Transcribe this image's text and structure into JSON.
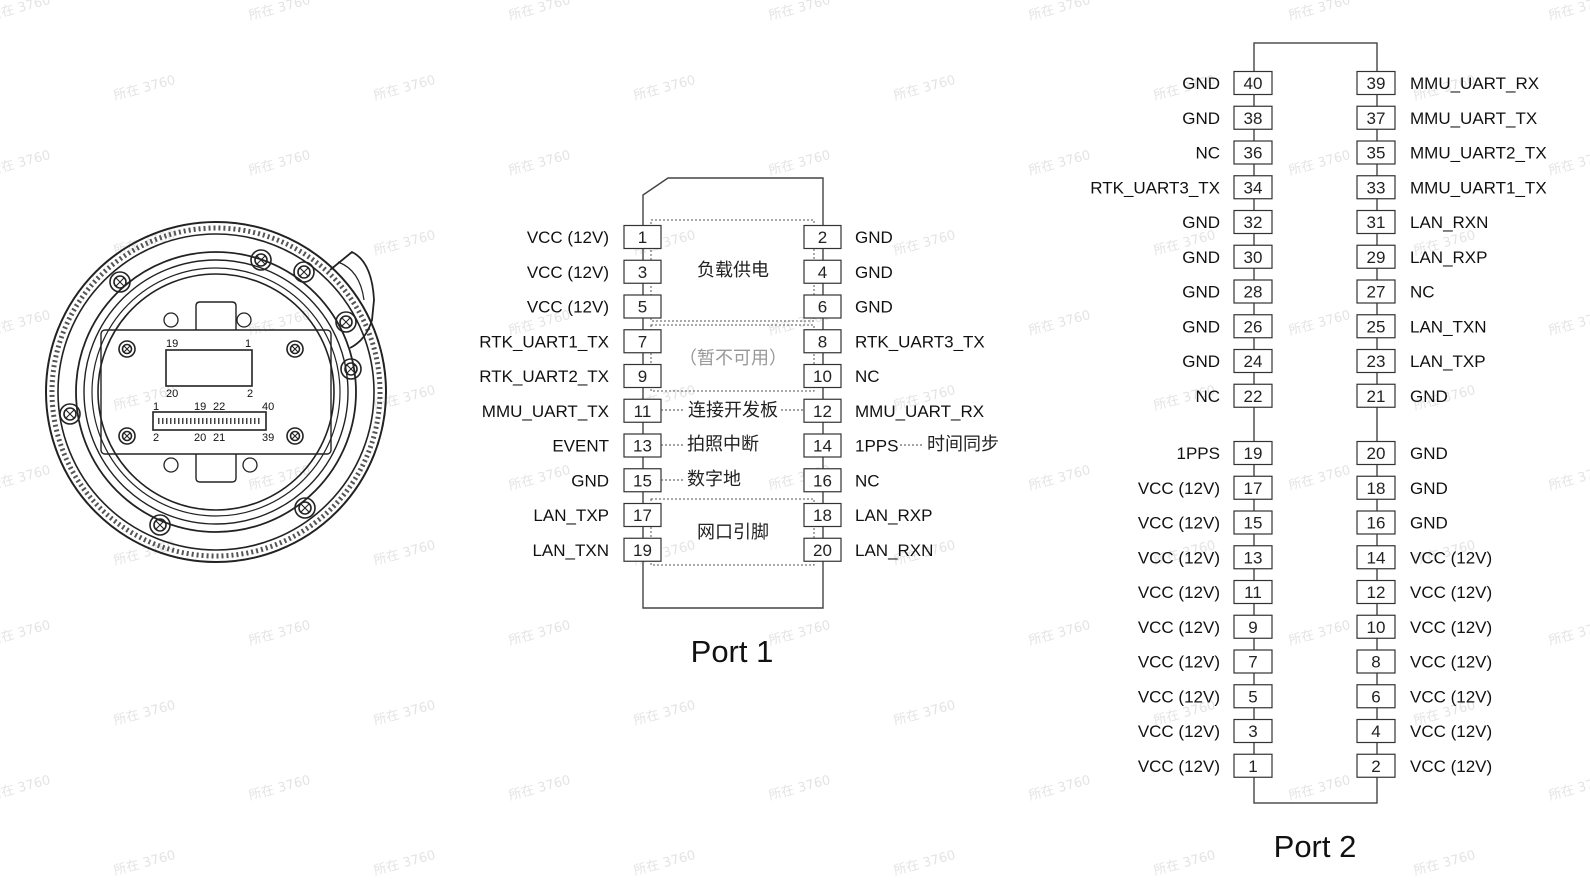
{
  "watermark": "所在 3760",
  "device_connector": {
    "top_row": [
      "19",
      "1"
    ],
    "mid_row": [
      "20",
      "2"
    ],
    "bottom_upper": [
      "1",
      "19",
      "22",
      "40"
    ],
    "bottom_lower": [
      "2",
      "20",
      "21",
      "39"
    ]
  },
  "port1": {
    "title": "Port 1",
    "left": [
      {
        "pin": "1",
        "label": "VCC (12V)"
      },
      {
        "pin": "3",
        "label": "VCC (12V)"
      },
      {
        "pin": "5",
        "label": "VCC (12V)"
      },
      {
        "pin": "7",
        "label": "RTK_UART1_TX"
      },
      {
        "pin": "9",
        "label": "RTK_UART2_TX"
      },
      {
        "pin": "11",
        "label": "MMU_UART_TX"
      },
      {
        "pin": "13",
        "label": "EVENT"
      },
      {
        "pin": "15",
        "label": "GND"
      },
      {
        "pin": "17",
        "label": "LAN_TXP"
      },
      {
        "pin": "19",
        "label": "LAN_TXN"
      }
    ],
    "right": [
      {
        "pin": "2",
        "label": "GND"
      },
      {
        "pin": "4",
        "label": "GND"
      },
      {
        "pin": "6",
        "label": "GND"
      },
      {
        "pin": "8",
        "label": "RTK_UART3_TX"
      },
      {
        "pin": "10",
        "label": "NC"
      },
      {
        "pin": "12",
        "label": "MMU_UART_RX"
      },
      {
        "pin": "14",
        "label": "1PPS"
      },
      {
        "pin": "16",
        "label": "NC"
      },
      {
        "pin": "18",
        "label": "LAN_RXP"
      },
      {
        "pin": "20",
        "label": "LAN_RXN"
      }
    ],
    "groups": {
      "power": "负载供电",
      "unavailable": "（暂不可用）",
      "devboard": "连接开发板",
      "photo": "拍照中断",
      "digital_gnd": "数字地",
      "lan": "网口引脚",
      "time_sync": "时间同步"
    }
  },
  "port2": {
    "title": "Port 2",
    "left": [
      {
        "pin": "40",
        "label": "GND"
      },
      {
        "pin": "38",
        "label": "GND"
      },
      {
        "pin": "36",
        "label": "NC"
      },
      {
        "pin": "34",
        "label": "RTK_UART3_TX"
      },
      {
        "pin": "32",
        "label": "GND"
      },
      {
        "pin": "30",
        "label": "GND"
      },
      {
        "pin": "28",
        "label": "GND"
      },
      {
        "pin": "26",
        "label": "GND"
      },
      {
        "pin": "24",
        "label": "GND"
      },
      {
        "pin": "22",
        "label": "NC"
      },
      {
        "pin": "19",
        "label": "1PPS"
      },
      {
        "pin": "17",
        "label": "VCC (12V)"
      },
      {
        "pin": "15",
        "label": "VCC (12V)"
      },
      {
        "pin": "13",
        "label": "VCC (12V)"
      },
      {
        "pin": "11",
        "label": "VCC (12V)"
      },
      {
        "pin": "9",
        "label": "VCC (12V)"
      },
      {
        "pin": "7",
        "label": "VCC (12V)"
      },
      {
        "pin": "5",
        "label": "VCC (12V)"
      },
      {
        "pin": "3",
        "label": "VCC (12V)"
      },
      {
        "pin": "1",
        "label": "VCC (12V)"
      }
    ],
    "right": [
      {
        "pin": "39",
        "label": "MMU_UART_RX"
      },
      {
        "pin": "37",
        "label": "MMU_UART_TX"
      },
      {
        "pin": "35",
        "label": "MMU_UART2_TX"
      },
      {
        "pin": "33",
        "label": "MMU_UART1_TX"
      },
      {
        "pin": "31",
        "label": "LAN_RXN"
      },
      {
        "pin": "29",
        "label": "LAN_RXP"
      },
      {
        "pin": "27",
        "label": "NC"
      },
      {
        "pin": "25",
        "label": "LAN_TXN"
      },
      {
        "pin": "23",
        "label": "LAN_TXP"
      },
      {
        "pin": "21",
        "label": "GND"
      },
      {
        "pin": "20",
        "label": "GND"
      },
      {
        "pin": "18",
        "label": "GND"
      },
      {
        "pin": "16",
        "label": "GND"
      },
      {
        "pin": "14",
        "label": "VCC (12V)"
      },
      {
        "pin": "12",
        "label": "VCC (12V)"
      },
      {
        "pin": "10",
        "label": "VCC (12V)"
      },
      {
        "pin": "8",
        "label": "VCC (12V)"
      },
      {
        "pin": "6",
        "label": "VCC (12V)"
      },
      {
        "pin": "4",
        "label": "VCC (12V)"
      },
      {
        "pin": "2",
        "label": "VCC (12V)"
      }
    ]
  }
}
